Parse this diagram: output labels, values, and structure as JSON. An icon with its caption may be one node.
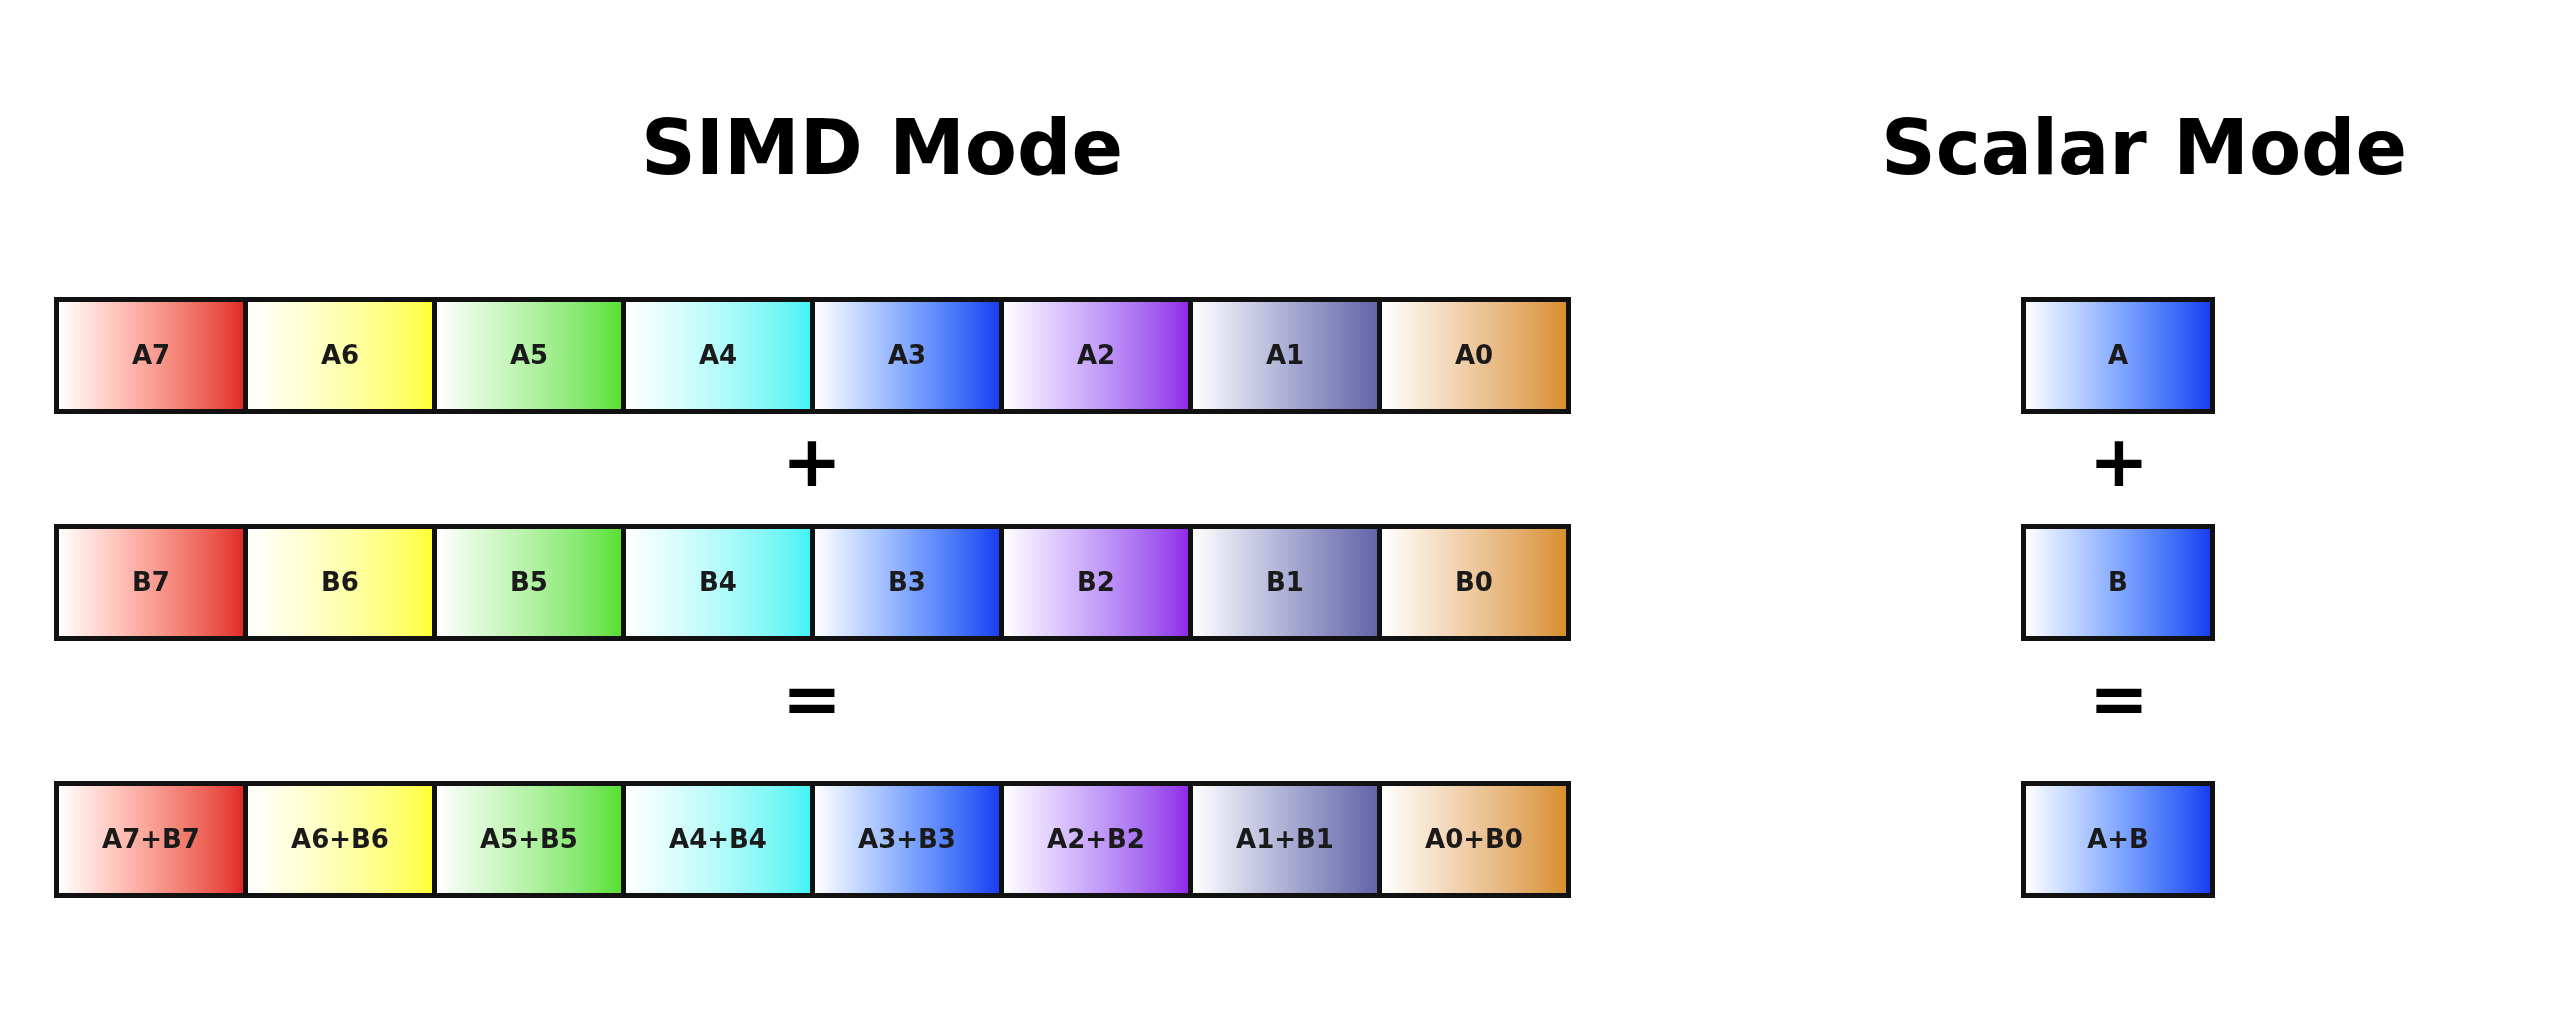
{
  "diagram": {
    "nodes": [
      {
        "text": [
          "A7"
        ]
      },
      {
        "text": [
          "A6"
        ]
      },
      {
        "text": [
          "A5"
        ]
      },
      {
        "text": [
          "A4"
        ]
      },
      {
        "text": [
          "A3"
        ]
      },
      {
        "text": [
          "A2"
        ]
      },
      {
        "text": [
          "A1"
        ]
      },
      {
        "text": [
          "A0"
        ]
      },
      {
        "text": [
          "B7"
        ]
      },
      {
        "text": [
          "B6"
        ]
      },
      {
        "text": [
          "B5"
        ]
      },
      {
        "text": [
          "B4"
        ]
      },
      {
        "text": [
          "B3"
        ]
      },
      {
        "text": [
          "B2"
        ]
      },
      {
        "text": [
          "B1"
        ]
      },
      {
        "text": [
          "B0"
        ]
      },
      {
        "text": [
          "A7+B7"
        ]
      },
      {
        "text": [
          "A6+B6"
        ]
      },
      {
        "text": [
          "A5+B5"
        ]
      },
      {
        "text": [
          "A4+B4"
        ]
      },
      {
        "text": [
          "A3+B3"
        ]
      },
      {
        "text": [
          "A2+B2"
        ]
      },
      {
        "text": [
          "A1+B1"
        ]
      },
      {
        "text": [
          "A0+B0"
        ]
      },
      {
        "text": [
          "A"
        ]
      },
      {
        "text": [
          "B"
        ]
      },
      {
        "text": [
          "A+B"
        ]
      }
    ],
    "labels": [
      "SIMD Mode",
      "Scalar Mode",
      "+",
      "+",
      "=",
      "="
    ]
  }
}
